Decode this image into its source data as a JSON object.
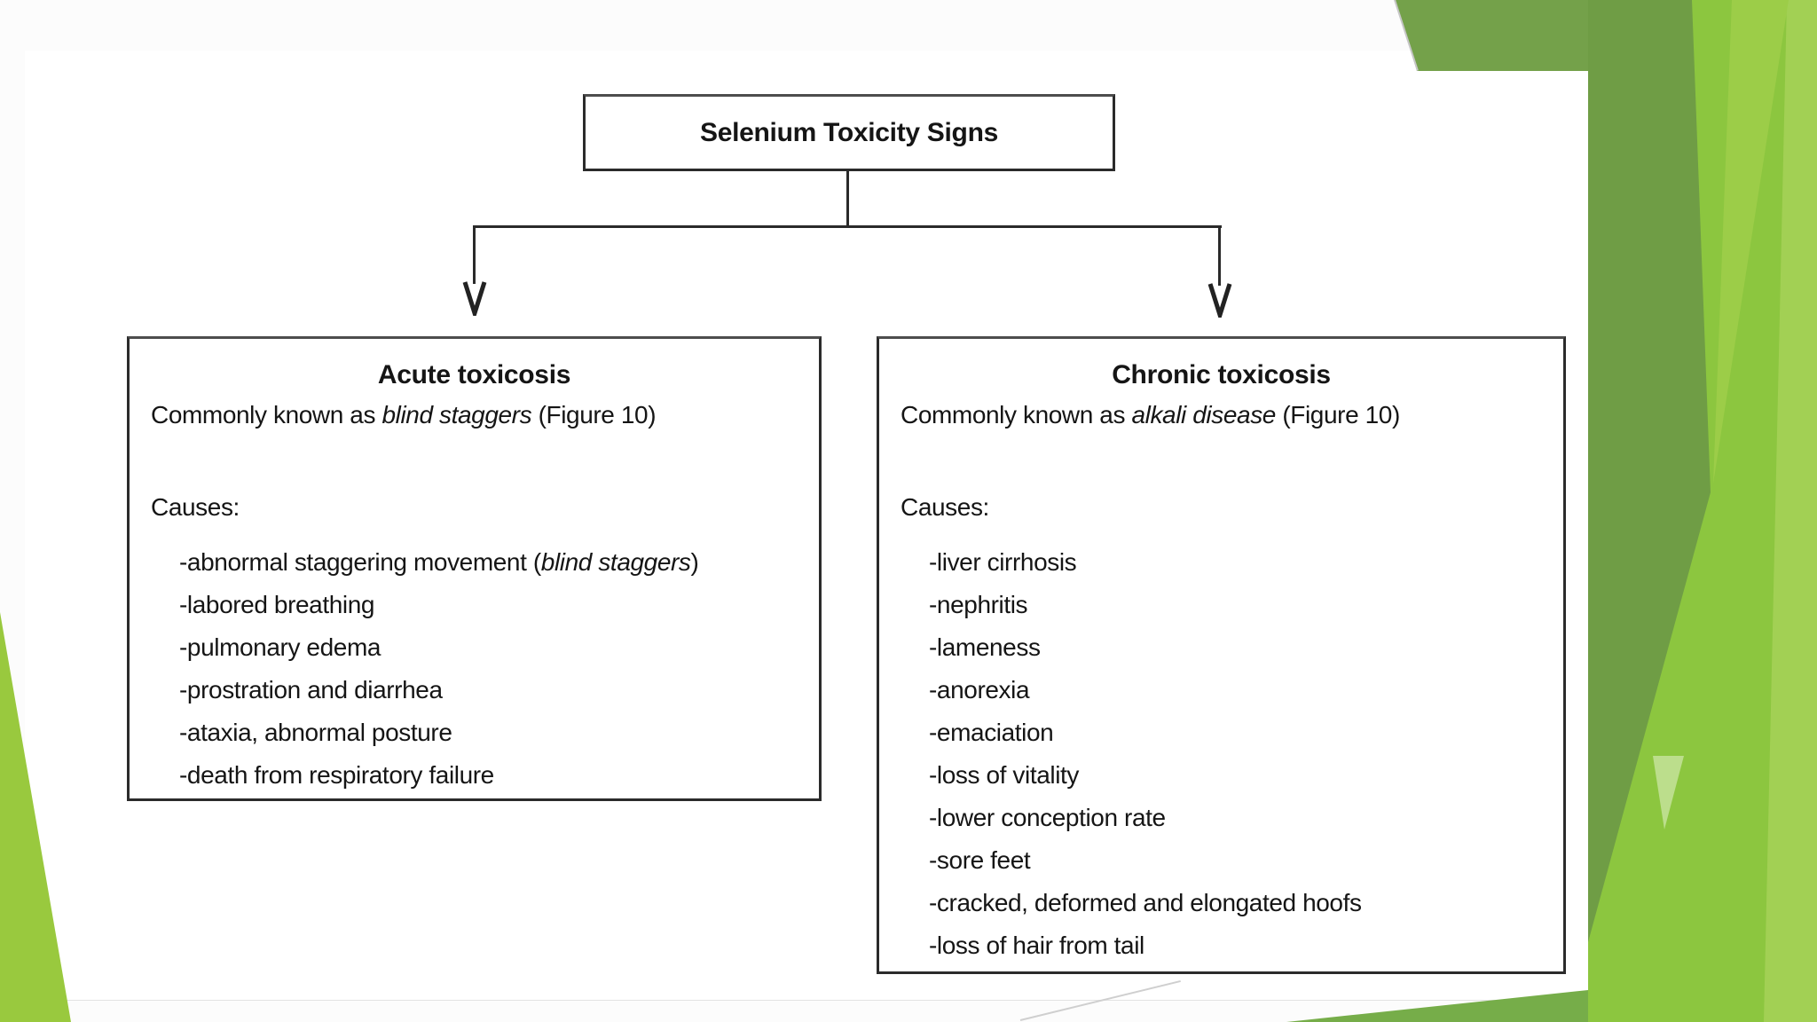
{
  "slide": {
    "background_color": "#FCFCFC",
    "decoration_colors": {
      "bright": "#8CC63F",
      "sage": "#6F9D45",
      "light": "#9CCD48",
      "lighter": "#A2D054",
      "accent": "#BCDE8C",
      "olive": "#74A14A",
      "band": "#76AD49",
      "wedge": "#99C93E"
    }
  },
  "diagram": {
    "root": {
      "title": "Selenium Toxicity Signs"
    },
    "branches": [
      {
        "heading": "Acute toxicosis",
        "known_as": {
          "prefix": "Commonly known as ",
          "italic": "blind staggers",
          "suffix": " (Figure 10)"
        },
        "causes_label": "Causes:",
        "causes": [
          {
            "pre": "-abnormal staggering movement (",
            "italic": "blind staggers",
            "post": ")"
          },
          "-labored breathing",
          "-pulmonary edema",
          "-prostration and diarrhea",
          "-ataxia, abnormal posture",
          "-death from respiratory failure"
        ]
      },
      {
        "heading": "Chronic toxicosis",
        "known_as": {
          "prefix": "Commonly known as ",
          "italic": "alkali disease",
          "suffix": " (Figure 10)"
        },
        "causes_label": "Causes:",
        "causes": [
          "-liver cirrhosis",
          "-nephritis",
          "-lameness",
          "-anorexia",
          "-emaciation",
          "-loss of vitality",
          "-lower conception rate",
          "-sore feet",
          "-cracked, deformed and elongated hoofs",
          "-loss of hair from tail"
        ]
      }
    ]
  }
}
